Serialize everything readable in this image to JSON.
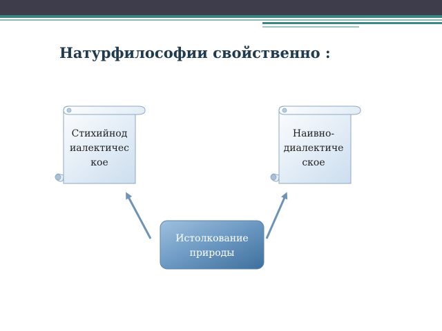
{
  "slide": {
    "title": "Натурфилософии свойственно :",
    "left_scroll": {
      "lines": [
        "Стихийнод",
        "иалектичес",
        "кое"
      ]
    },
    "right_scroll": {
      "lines": [
        "Наивно-",
        "диалектиче",
        "ское"
      ]
    },
    "center_box": {
      "lines": [
        "Истолкование",
        "природы"
      ]
    }
  },
  "colors": {
    "header_bar": "#3e3d4c",
    "accent_stripe": "#3b8785",
    "title_text": "#203a50",
    "scroll_fill": "#d6e4f0",
    "center_box": "#5f8fb8",
    "arrow": "#6e93b6"
  }
}
